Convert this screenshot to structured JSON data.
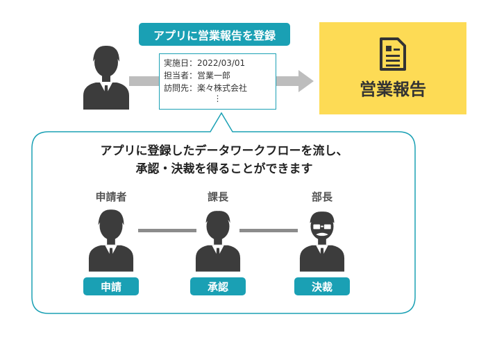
{
  "register_tag": "アプリに営業報告を登録",
  "form": {
    "lines": [
      "実施日：2022/03/01",
      "担当者：営業一郎",
      "訪問先：楽々株式会社",
      "⋮"
    ]
  },
  "report": {
    "label": "営業報告",
    "icon": "document-icon"
  },
  "bubble": {
    "headline_line1": "アプリに登録したデータワークフローを流し、",
    "headline_line2": "承認・決裁を得ることができます"
  },
  "workflow": [
    {
      "role": "申請者",
      "action": "申請",
      "icon": "applicant-avatar"
    },
    {
      "role": "課長",
      "action": "承認",
      "icon": "section-chief-avatar"
    },
    {
      "role": "部長",
      "action": "決裁",
      "icon": "department-head-avatar"
    }
  ],
  "colors": {
    "teal": "#1aa0b4",
    "yellow": "#fddb55",
    "dark_gray": "#3c3c3c",
    "connector": "#8c8c8c"
  }
}
